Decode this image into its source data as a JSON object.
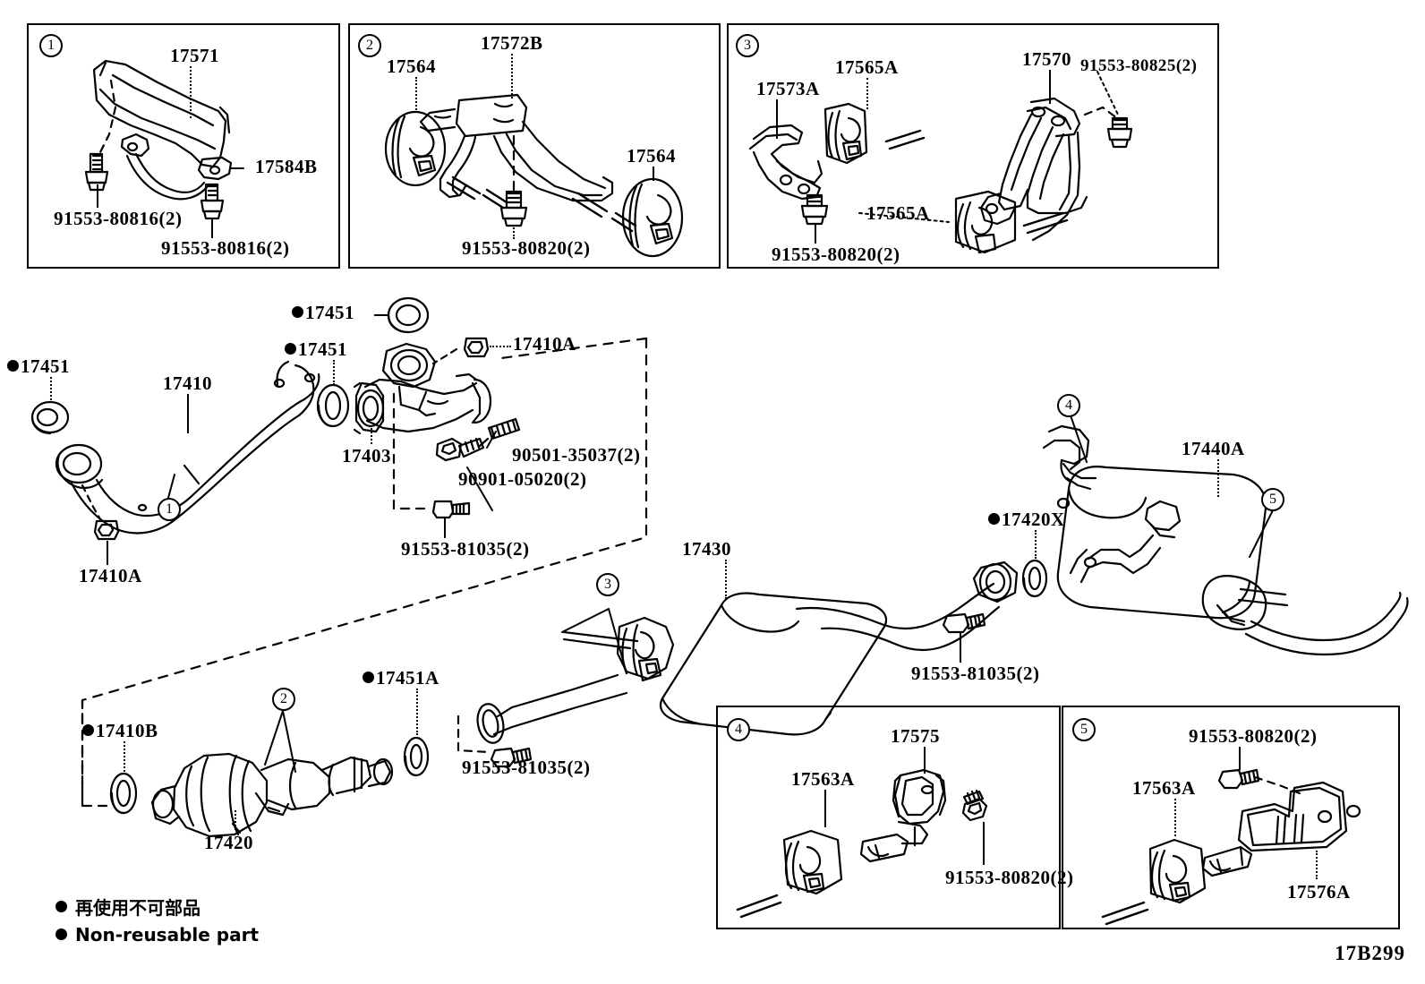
{
  "drawing_id": "17B299",
  "legend": {
    "marker": "filled-circle",
    "jp_text": "再使用不可部品",
    "en_text": "Non-reusable part"
  },
  "detail_panels": [
    {
      "number": "1",
      "labels": [
        {
          "text": "17571"
        },
        {
          "text": "17584B"
        },
        {
          "text": "91553-80816(2)"
        },
        {
          "text": "91553-80816(2)"
        }
      ]
    },
    {
      "number": "2",
      "labels": [
        {
          "text": "17564"
        },
        {
          "text": "17572B"
        },
        {
          "text": "17564"
        },
        {
          "text": "91553-80820(2)"
        }
      ]
    },
    {
      "number": "3",
      "labels": [
        {
          "text": "17573A"
        },
        {
          "text": "17565A"
        },
        {
          "text": "17570"
        },
        {
          "text": "91553-80825(2)"
        },
        {
          "text": "17565A"
        },
        {
          "text": "91553-80820(2)"
        }
      ]
    },
    {
      "number": "4",
      "labels": [
        {
          "text": "17563A"
        },
        {
          "text": "17575"
        },
        {
          "text": "91553-80820(2)"
        }
      ]
    },
    {
      "number": "5",
      "labels": [
        {
          "text": "17563A"
        },
        {
          "text": "91553-80820(2)"
        },
        {
          "text": "17576A"
        }
      ]
    }
  ],
  "panel1": {
    "badge": "1",
    "l_17571": "17571",
    "l_17584b": "17584B",
    "l_bolt_left": "91553-80816(2)",
    "l_bolt_right": "91553-80816(2)"
  },
  "panel2": {
    "badge": "2",
    "l_17564_left": "17564",
    "l_17572b": "17572B",
    "l_17564_right": "17564",
    "l_bolt": "91553-80820(2)"
  },
  "panel3": {
    "badge": "3",
    "l_17573a": "17573A",
    "l_17565a_top": "17565A",
    "l_17570": "17570",
    "l_bolt_825": "91553-80825(2)",
    "l_17565a_bottom": "17565A",
    "l_bolt_820": "91553-80820(2)"
  },
  "panel4": {
    "badge": "4",
    "l_17563a": "17563A",
    "l_17575": "17575",
    "l_bolt": "91553-80820(2)"
  },
  "panel5": {
    "badge": "5",
    "l_17563a": "17563A",
    "l_bolt": "91553-80820(2)",
    "l_17576a": "17576A"
  },
  "main": {
    "l_17451_far_left": "17451",
    "l_17451_mid": "17451",
    "l_17451_top": "17451",
    "l_17410": "17410",
    "l_17410a_left": "17410A",
    "l_17410a_right": "17410A",
    "l_17403": "17403",
    "l_90501": "90501-35037(2)",
    "l_90901": "90901-05020(2)",
    "l_91553_81035_upper": "91553-81035(2)",
    "l_17430": "17430",
    "l_91553_81035_center": "91553-81035(2)",
    "l_17420x": "17420X",
    "l_17440a": "17440A",
    "l_17410b": "17410B",
    "l_17451a": "17451A",
    "l_17420": "17420",
    "l_91553_81035_lower": "91553-81035(2)",
    "badge_1": "1",
    "badge_2": "2",
    "badge_3": "3",
    "badge_4": "4",
    "badge_5": "5"
  }
}
